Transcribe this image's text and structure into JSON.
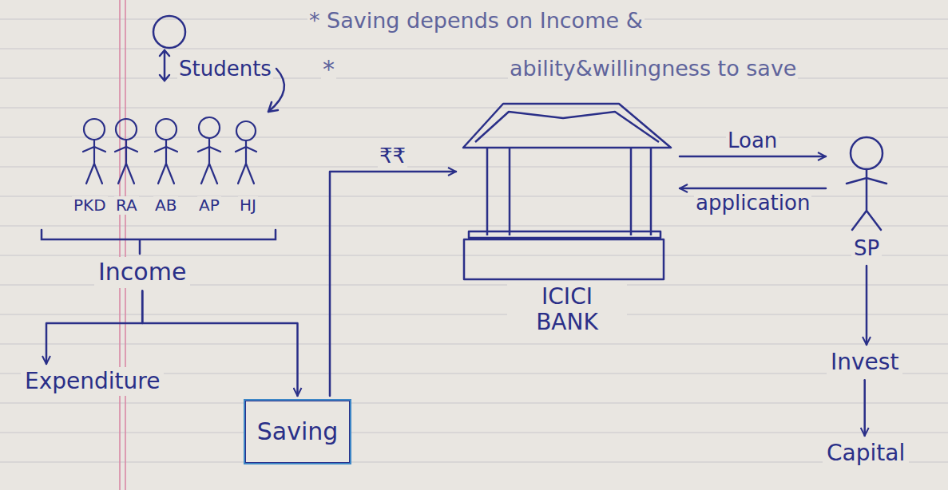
{
  "diagram": {
    "nodes": [
      {
        "text": [
          "Income"
        ]
      },
      {
        "text": [
          "Expenditure"
        ]
      },
      {
        "text": [
          "Saving"
        ]
      },
      {
        "text": [
          "ICICI BANK"
        ]
      },
      {
        "text": [
          "SP"
        ]
      },
      {
        "text": [
          "Invest"
        ]
      },
      {
        "text": [
          "Capital"
        ]
      }
    ],
    "edges": [
      {
        "from": 0,
        "to": 1,
        "arrow": "to"
      },
      {
        "from": 0,
        "to": 2,
        "arrow": "to"
      },
      {
        "from": 2,
        "to": 3,
        "label": "₹₹",
        "arrow": "to"
      },
      {
        "from": 3,
        "to": 4,
        "label": "Loan",
        "arrow": "to"
      },
      {
        "from": 4,
        "to": 3,
        "label": "application",
        "arrow": "to"
      },
      {
        "from": 4,
        "to": 5,
        "arrow": "to"
      },
      {
        "from": 5,
        "to": 6,
        "arrow": "to"
      }
    ],
    "labels": [
      "* Saving depends on Income &",
      "ability&willingness to save",
      "*",
      "Students",
      "PKD",
      "RA",
      "AB",
      "AP",
      "HJ"
    ]
  }
}
